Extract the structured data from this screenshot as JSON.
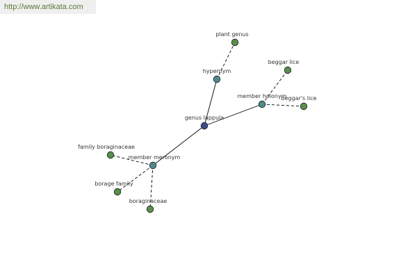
{
  "banner": {
    "url": "http://www.artikata.com"
  },
  "colors": {
    "root": "#3d4b8c",
    "relation": "#4f8a8b",
    "leaf": "#5a8f4b",
    "solid_edge": "#000000",
    "dashed_edge": "#000000",
    "banner_text": "#5a7a3a"
  },
  "nodes": [
    {
      "id": "root",
      "label": "genus lappula",
      "kind": "root"
    },
    {
      "id": "hypernym",
      "label": "hypernym",
      "kind": "relation"
    },
    {
      "id": "member-holonym",
      "label": "member holonym",
      "kind": "relation"
    },
    {
      "id": "member-meronym",
      "label": "member meronym",
      "kind": "relation"
    },
    {
      "id": "plant-genus",
      "label": "plant genus",
      "kind": "leaf"
    },
    {
      "id": "beggar-lice",
      "label": "beggar lice",
      "kind": "leaf"
    },
    {
      "id": "beggars-lice",
      "label": "beggar's lice",
      "kind": "leaf"
    },
    {
      "id": "family-boraginaceae",
      "label": "family boraginaceae",
      "kind": "leaf"
    },
    {
      "id": "borage-family",
      "label": "borage family",
      "kind": "leaf"
    },
    {
      "id": "boraginaceae",
      "label": "boraginaceae",
      "kind": "leaf"
    }
  ],
  "edges": [
    {
      "from": "root",
      "to": "hypernym",
      "style": "solid"
    },
    {
      "from": "root",
      "to": "member-holonym",
      "style": "solid"
    },
    {
      "from": "root",
      "to": "member-meronym",
      "style": "solid"
    },
    {
      "from": "hypernym",
      "to": "plant-genus",
      "style": "dashed"
    },
    {
      "from": "member-holonym",
      "to": "beggar-lice",
      "style": "dashed"
    },
    {
      "from": "member-holonym",
      "to": "beggars-lice",
      "style": "dashed"
    },
    {
      "from": "member-meronym",
      "to": "family-boraginaceae",
      "style": "dashed"
    },
    {
      "from": "member-meronym",
      "to": "borage-family",
      "style": "dashed"
    },
    {
      "from": "member-meronym",
      "to": "boraginaceae",
      "style": "dashed"
    }
  ]
}
